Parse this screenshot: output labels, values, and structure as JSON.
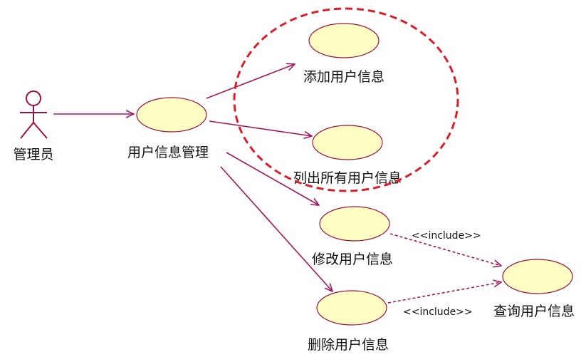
{
  "actor": {
    "name": "管理员"
  },
  "use_cases": {
    "manage": "用户信息管理",
    "add": "添加用户信息",
    "list": "列出所有用户信息",
    "modify": "修改用户信息",
    "delete": "删除用户信息",
    "query": "查询用户信息"
  },
  "relations": {
    "include_1": "<<include>>",
    "include_2": "<<include>>"
  },
  "colors": {
    "ellipse_fill": "#ffffc4",
    "ellipse_stroke": "#a0103f",
    "line": "#a2185b",
    "highlight": "#d81e2a",
    "actor": "#a0103f"
  }
}
